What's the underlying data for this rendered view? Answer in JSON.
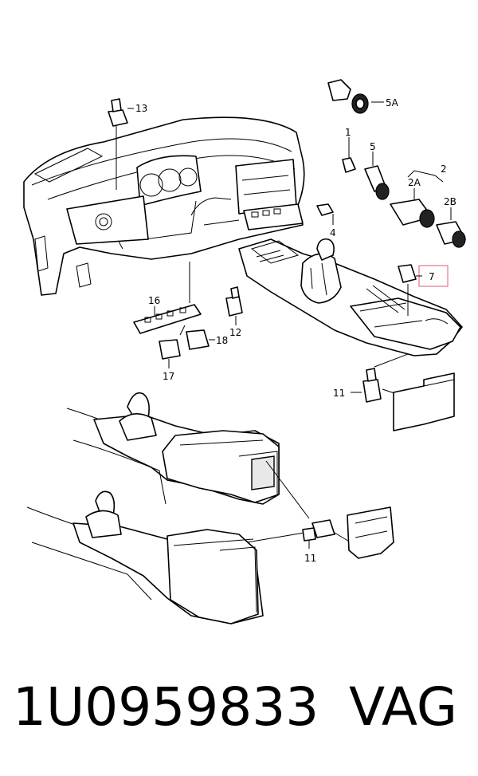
{
  "callouts": {
    "c13": "13",
    "c5A": "5A",
    "c1": "1",
    "c5": "5",
    "c2": "2",
    "c2A": "2A",
    "c2B": "2B",
    "c4": "4",
    "c7": "7",
    "c16": "16",
    "c12": "12",
    "c18": "18",
    "c17": "17",
    "c11a": "11",
    "c11b": "11"
  },
  "footer": {
    "part_number": "1U0959833",
    "brand": "VAG"
  },
  "colors": {
    "highlight": "#e88a9a",
    "ink": "#000000"
  }
}
